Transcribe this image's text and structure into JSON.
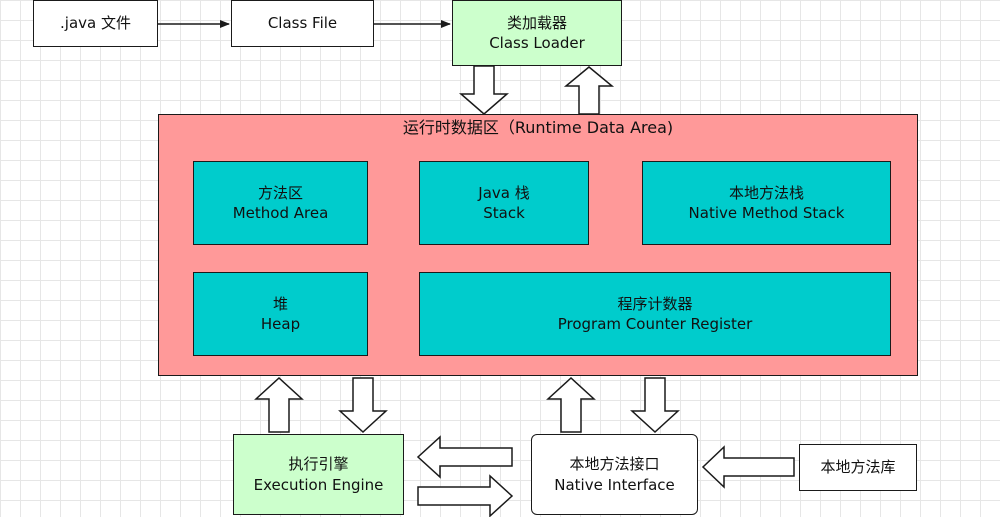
{
  "nodes": {
    "java_file": {
      "label": ".java 文件"
    },
    "class_file": {
      "label": "Class File"
    },
    "class_loader": {
      "line1": "类加载器",
      "line2": "Class Loader"
    },
    "runtime_data_area": {
      "title": "运行时数据区（Runtime Data Area)"
    },
    "method_area": {
      "line1": "方法区",
      "line2": "Method Area"
    },
    "java_stack": {
      "line1": "Java 栈",
      "line2": "Stack"
    },
    "native_method_stack": {
      "line1": "本地方法栈",
      "line2": "Native Method Stack"
    },
    "heap": {
      "line1": "堆",
      "line2": "Heap"
    },
    "program_counter": {
      "line1": "程序计数器",
      "line2": "Program Counter Register"
    },
    "execution_engine": {
      "line1": "执行引擎",
      "line2": "Execution Engine"
    },
    "native_interface": {
      "line1": "本地方法接口",
      "line2": "Native Interface"
    },
    "native_library": {
      "label": "本地方法库"
    }
  },
  "colors": {
    "runtime_area": "#ff9999",
    "memory_region": "#00cccc",
    "loader_engine": "#ccffcc",
    "plain": "#ffffff",
    "stroke": "#1a1a1a"
  }
}
